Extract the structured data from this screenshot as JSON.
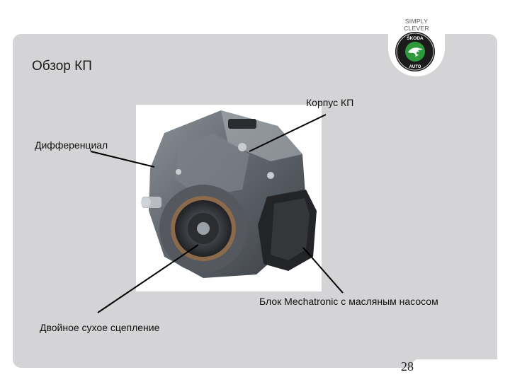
{
  "slide": {
    "title": "Обзор КП",
    "page_number": "28"
  },
  "brand": {
    "tagline_line1": "SIMPLY",
    "tagline_line2": "CLEVER",
    "logo_text_top": "ŠKODA",
    "logo_text_bottom": "AUTO",
    "logo_color": "#2e9a3c"
  },
  "labels": {
    "housing": "Корпус КП",
    "differential": "Дифференциал",
    "clutch": "Двойное сухое сцепление",
    "mechatronic": "Блок Mechatronic с масляным насосом"
  },
  "colors": {
    "panel_background": "#d4d4d6",
    "leader_lines": "#000000"
  }
}
